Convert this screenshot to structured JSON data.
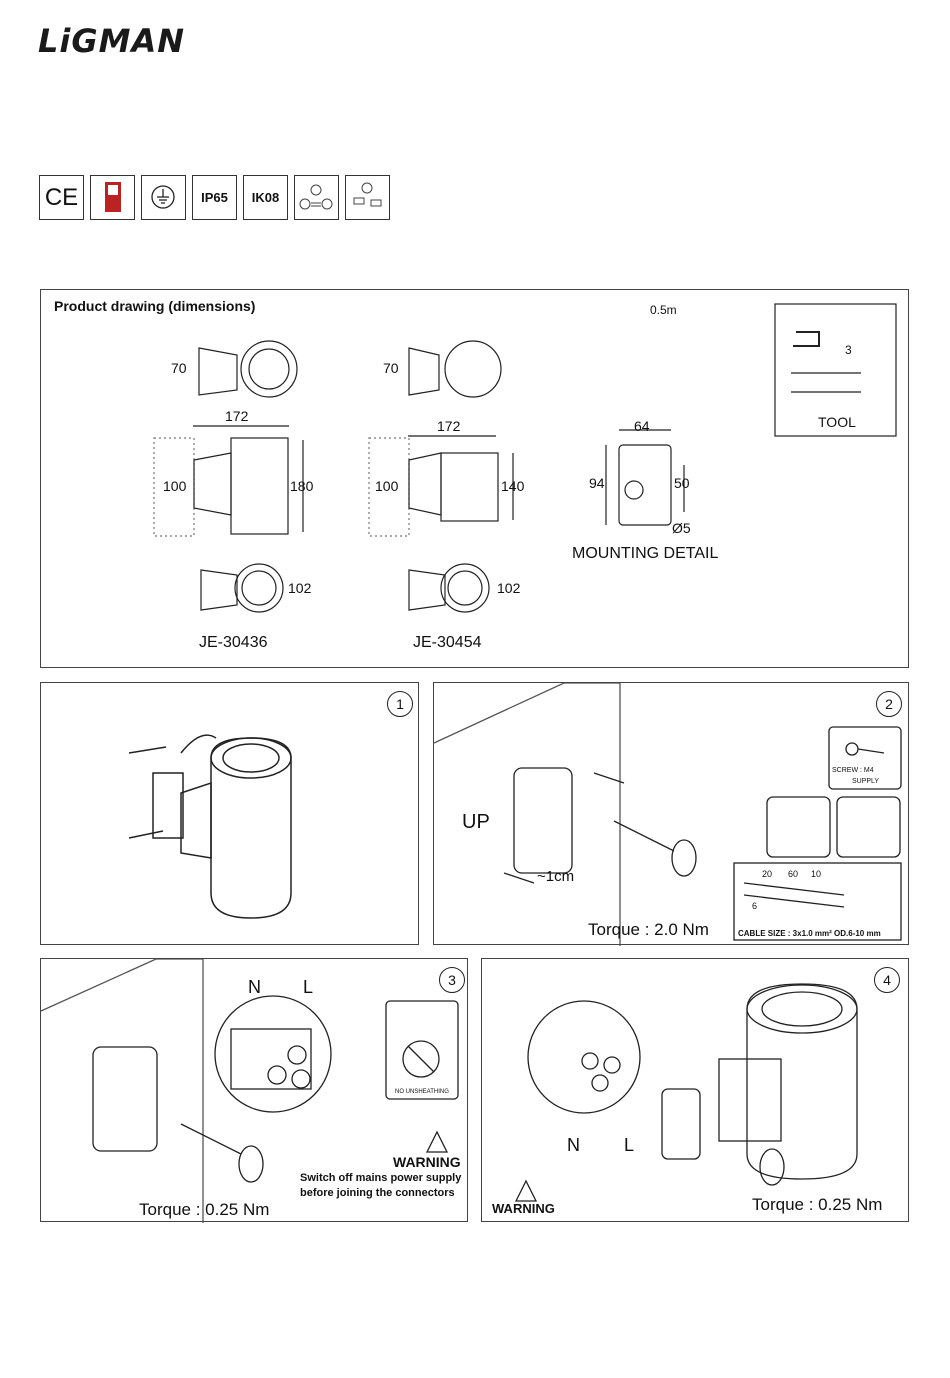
{
  "brand": {
    "logo": "LiGMAN"
  },
  "certifications": [
    "CE",
    "",
    "",
    "IP65",
    "IK08",
    "",
    ""
  ],
  "drawing": {
    "title": "Product drawing (dimensions)",
    "distance": "0.5m",
    "tool_label": "TOOL",
    "tool_dim": "3",
    "mounting_detail": "MOUNTING DETAIL",
    "models": [
      "JE-30436",
      "JE-30454"
    ],
    "dims": {
      "d70a": "70",
      "d70b": "70",
      "d172a": "172",
      "d172b": "172",
      "d100a": "100",
      "d100b": "100",
      "d180": "180",
      "d140": "140",
      "d102a": "102",
      "d102b": "102",
      "d64": "64",
      "d94": "94",
      "d50": "50",
      "d5": "Ø5"
    }
  },
  "steps": {
    "s1": {
      "number": "1"
    },
    "s2": {
      "number": "2",
      "up": "UP",
      "gap": "~1cm",
      "torque": "Torque : 2.0 Nm",
      "screw": "SCREW : M4",
      "supply": "SUPPLY",
      "cable_size": "CABLE SIZE : 3x1.0 mm² OD.6-10 mm",
      "c20": "20",
      "c60": "60",
      "c10": "10",
      "c6": "6"
    },
    "s3": {
      "number": "3",
      "n": "N",
      "l": "L",
      "torque": "Torque : 0.25 Nm",
      "no_unsheathing": "NO UNSHEATHING",
      "warning": "WARNING",
      "warning_text1": "Switch off mains power supply",
      "warning_text2": "before joining the connectors"
    },
    "s4": {
      "number": "4",
      "n": "N",
      "l": "L",
      "torque": "Torque : 0.25 Nm",
      "warning": "WARNING"
    }
  }
}
